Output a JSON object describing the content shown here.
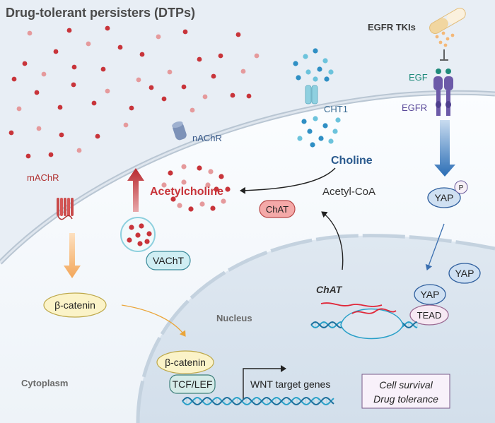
{
  "title": "Drug-tolerant persisters (DTPs)",
  "labels": {
    "egfr_tkis": "EGFR TKIs",
    "egf": "EGF",
    "egfr": "EGFR",
    "cht1": "CHT1",
    "nachr": "nAChR",
    "machr": "mAChR",
    "choline": "Choline",
    "acetylcholine": "Acetylcholine",
    "acetyl_coa": "Acetyl-CoA",
    "chat_enzyme": "ChAT",
    "chat_gene": "ChAT",
    "vacht": "VAChT",
    "beta_catenin_cyto": "β-catenin",
    "beta_catenin_nuc": "β-catenin",
    "tcf_lef": "TCF/LEF",
    "wnt_target_genes": "WNT target genes",
    "yap_p": "YAP",
    "p_badge": "P",
    "yap_free": "YAP",
    "yap_bound": "YAP",
    "tead": "TEAD",
    "nucleus": "Nucleus",
    "cytoplasm": "Cytoplasm",
    "outcome_1": "Cell survival",
    "outcome_2": "Drug tolerance"
  },
  "colors": {
    "ach_red": "#c8343a",
    "choline_blue": "#2f8fc4",
    "egfr_purple": "#5a4a9a",
    "egf_teal": "#1e8a7a",
    "text_dark": "#3a3a3a"
  }
}
